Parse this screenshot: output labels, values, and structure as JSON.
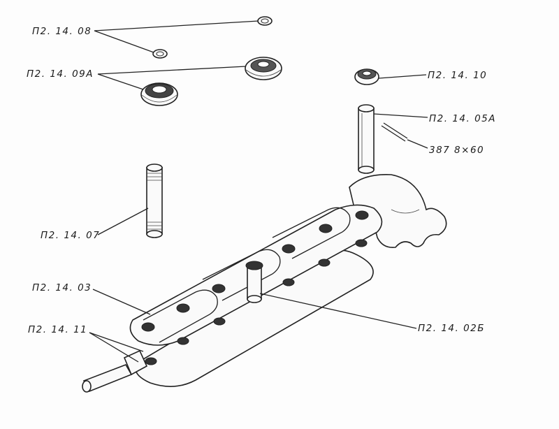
{
  "labels": {
    "p08": "П2. 14. 08",
    "p09a": "П2. 14. 09А",
    "p10": "П2. 14. 10",
    "p05a": "П2. 14. 05А",
    "p387": "387 8×60",
    "p07": "П2. 14. 07",
    "p03": "П2. 14. 03",
    "p11": "П2. 14. 11",
    "p02b": "П2. 14. 02Б"
  }
}
